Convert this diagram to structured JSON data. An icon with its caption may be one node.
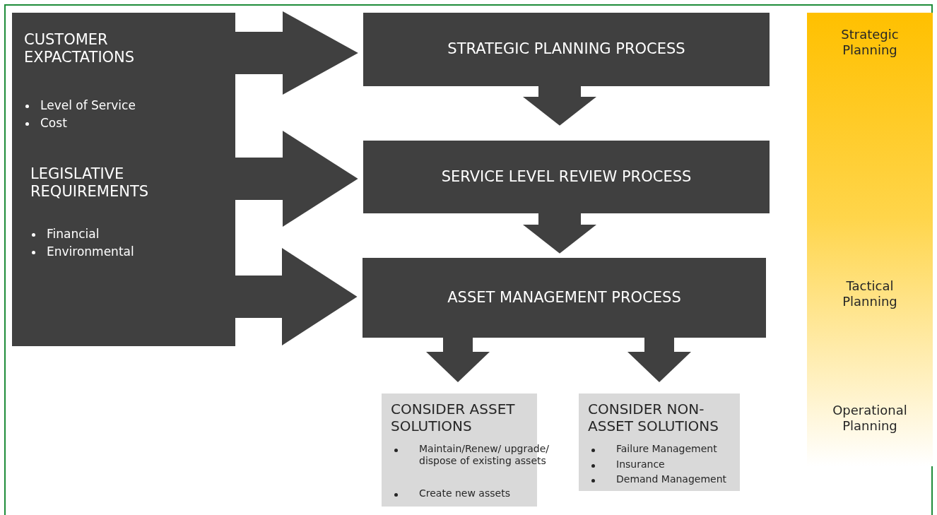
{
  "diagram": {
    "nodes": [
      {
        "text": [
          "CUSTOMER EXPACTATIONS",
          "Level of Service",
          "Cost",
          "LEGISLATIVE REQUIREMENTS",
          "Financial",
          "Environmental"
        ]
      },
      {
        "text": [
          "STRATEGIC PLANNING PROCESS"
        ]
      },
      {
        "text": [
          "SERVICE LEVEL REVIEW PROCESS"
        ]
      },
      {
        "text": [
          "ASSET MANAGEMENT PROCESS"
        ]
      },
      {
        "text": [
          "CONSIDER ASSET SOLUTIONS",
          "Maintain/Renew/ upgrade/ dispose of existing assets",
          "Create new assets"
        ]
      },
      {
        "text": [
          "CONSIDER NON-ASSET SOLUTIONS",
          "Failure Management",
          "Insurance",
          "Demand Management"
        ]
      },
      {
        "text": [
          "Strategic Planning",
          "Tactical Planning",
          "Operational Planning"
        ]
      }
    ],
    "edges": [
      {
        "from": 0,
        "to": 1,
        "arrow": "to"
      },
      {
        "from": 0,
        "to": 2,
        "arrow": "to"
      },
      {
        "from": 0,
        "to": 3,
        "arrow": "to"
      },
      {
        "from": 1,
        "to": 2,
        "arrow": "to"
      },
      {
        "from": 2,
        "to": 3,
        "arrow": "to"
      },
      {
        "from": 3,
        "to": 4,
        "arrow": "to"
      },
      {
        "from": 3,
        "to": 5,
        "arrow": "to"
      }
    ]
  }
}
